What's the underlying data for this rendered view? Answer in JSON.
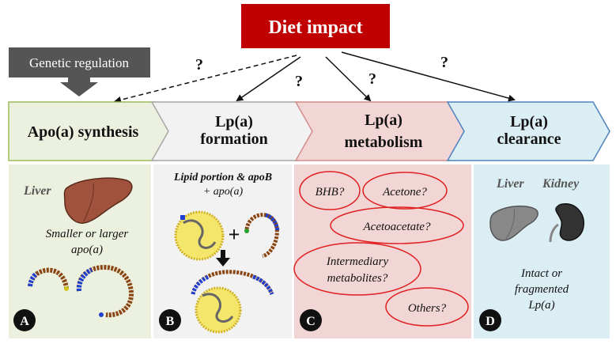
{
  "header": {
    "title": "Diet impact",
    "genetic": "Genetic regulation",
    "question_mark": "?"
  },
  "stages": [
    {
      "line1": "Apo(a) synthesis",
      "line2": ""
    },
    {
      "line1": "Lp(a)",
      "line2": "formation"
    },
    {
      "line1": "Lp(a)",
      "line2": "metabolism"
    },
    {
      "line1": "Lp(a)",
      "line2": "clearance"
    }
  ],
  "panels": {
    "a": {
      "letter": "A",
      "organ": "Liver",
      "desc_line1": "Smaller or larger",
      "desc_line2": "apo(a)"
    },
    "b": {
      "letter": "B",
      "title": "Lipid portion & apoB",
      "subtitle": "+ apo(a)",
      "plus": "+"
    },
    "c": {
      "letter": "C",
      "items": [
        {
          "line1": "BHB?",
          "line2": ""
        },
        {
          "line1": "Acetone?",
          "line2": ""
        },
        {
          "line1": "Acetoacetate?",
          "line2": ""
        },
        {
          "line1": "Intermediary",
          "line2": "metabolites?"
        },
        {
          "line1": "Others?",
          "line2": ""
        }
      ]
    },
    "d": {
      "letter": "D",
      "organ1": "Liver",
      "organ2": "Kidney",
      "desc_line1": "Intact or",
      "desc_line2": "fragmented",
      "desc_line3": "Lp(a)"
    }
  },
  "colors": {
    "diet_red": "#c00000",
    "stage1_fill": "#ebf1de",
    "stage1_stroke": "#9bbb59",
    "stage2_fill": "#f2f2f2",
    "stage2_stroke": "#a6a6a6",
    "stage3_fill": "#f2d5d5",
    "stage3_stroke": "#d28c8c",
    "stage4_fill": "#dbeef4",
    "stage4_stroke": "#4f81bd",
    "ellipse_red": "#e02020"
  }
}
